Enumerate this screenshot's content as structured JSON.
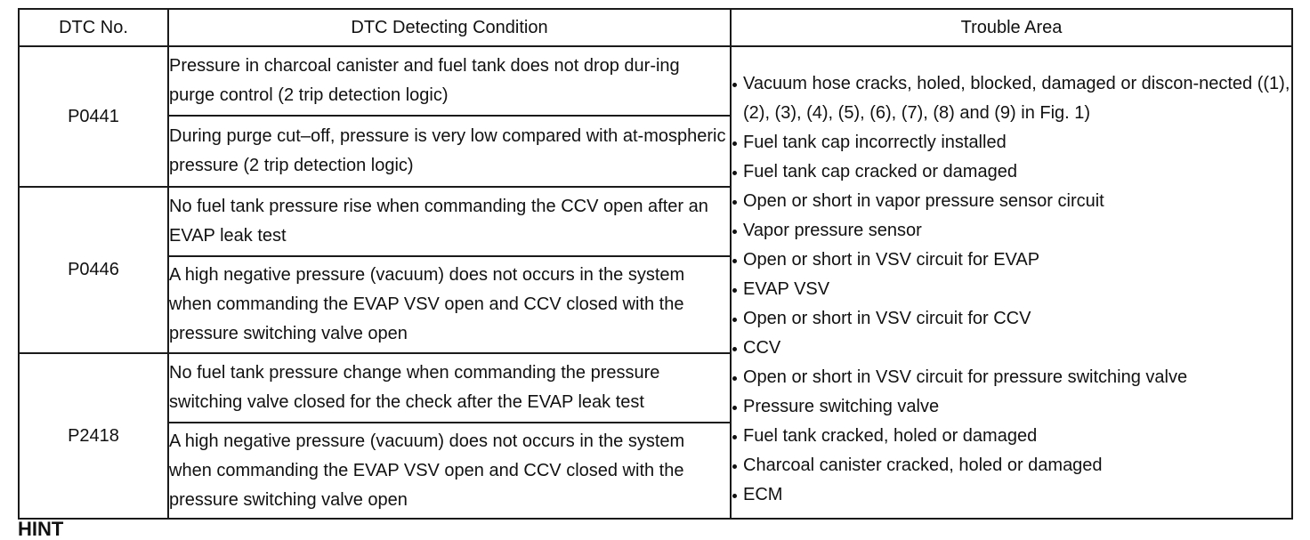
{
  "table": {
    "headers": {
      "code": "DTC No.",
      "condition": "DTC Detecting Condition",
      "area": "Trouble Area"
    },
    "rows": [
      {
        "code": "P0441",
        "conditions": [
          "Pressure in charcoal canister and fuel tank does not drop dur-ing purge control (2 trip detection logic)",
          "During purge cut–off, pressure is very low compared with at-mospheric pressure (2 trip detection logic)"
        ]
      },
      {
        "code": "P0446",
        "conditions": [
          "No fuel tank pressure rise when commanding the CCV open after an EVAP leak test",
          "A high negative pressure (vacuum) does not occurs in the system when commanding the EVAP VSV open and CCV closed with the pressure switching valve open"
        ]
      },
      {
        "code": "P2418",
        "conditions": [
          "No fuel tank pressure change when commanding the pressure switching valve closed for the check after the EVAP leak test",
          "A high negative pressure (vacuum) does not occurs in the system when commanding the EVAP VSV open and CCV closed with the pressure switching valve open"
        ]
      }
    ],
    "trouble_areas": [
      "Vacuum hose cracks, holed, blocked, damaged or discon-nected ((1), (2), (3), (4), (5), (6), (7), (8) and (9) in Fig. 1)",
      "Fuel tank cap incorrectly installed",
      "Fuel tank cap cracked or damaged",
      "Open or short in vapor pressure sensor circuit",
      "Vapor pressure sensor",
      "Open or short in VSV circuit for EVAP",
      "EVAP VSV",
      "Open or short in VSV circuit for CCV",
      "CCV",
      "Open or short in VSV circuit for pressure switching valve",
      "Pressure switching valve",
      "Fuel tank cracked, holed or damaged",
      "Charcoal canister cracked, holed or damaged",
      "ECM"
    ]
  },
  "footer": {
    "cut_heading": "HINT"
  }
}
